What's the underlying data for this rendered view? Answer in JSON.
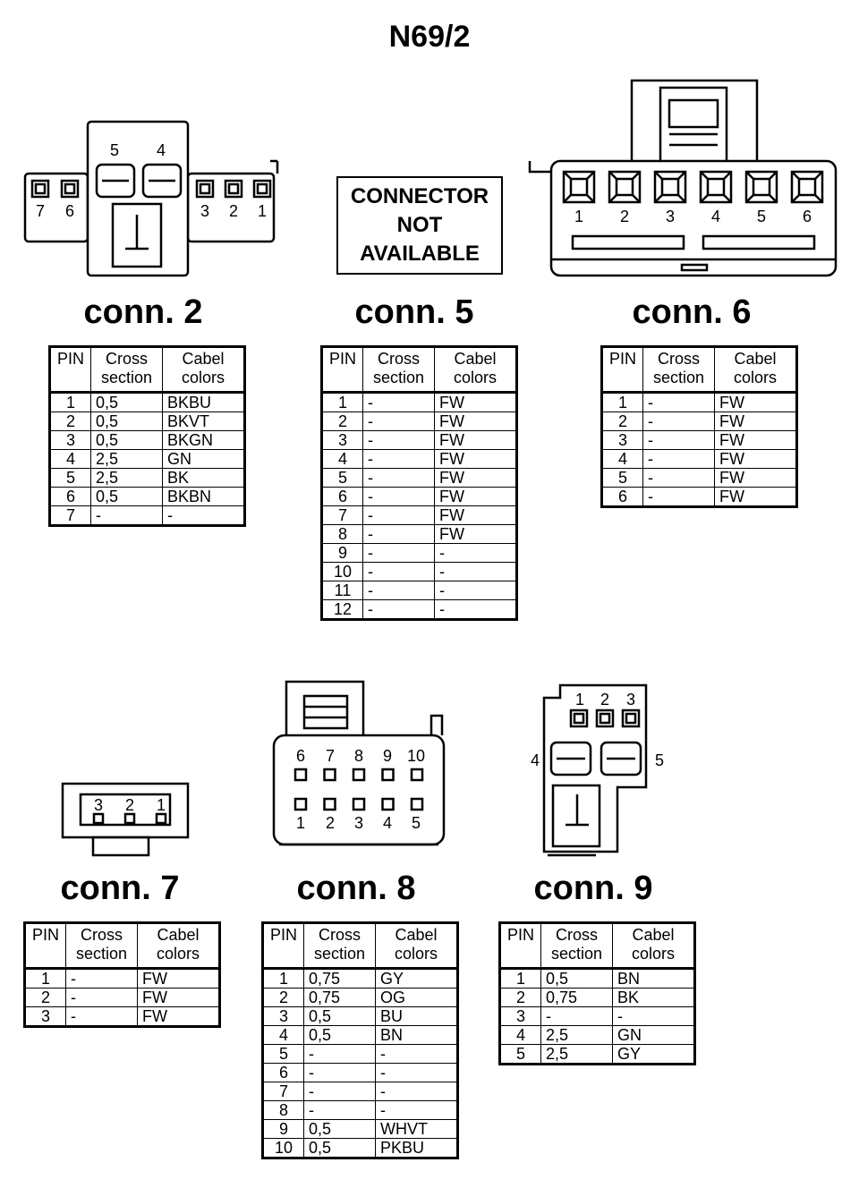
{
  "title": "N69/2",
  "table_header": {
    "pin": "PIN",
    "cross_a": "Cross",
    "cross_b": "section",
    "color_a": "Cabel",
    "color_b": "colors"
  },
  "not_available": {
    "line1": "CONNECTOR",
    "line2": "NOT",
    "line3": "AVAILABLE"
  },
  "connectors": {
    "c2": {
      "label": "conn. 2",
      "rows": [
        [
          "1",
          "0,5",
          "BKBU"
        ],
        [
          "2",
          "0,5",
          "BKVT"
        ],
        [
          "3",
          "0,5",
          "BKGN"
        ],
        [
          "4",
          "2,5",
          "GN"
        ],
        [
          "5",
          "2,5",
          "BK"
        ],
        [
          "6",
          "0,5",
          "BKBN"
        ],
        [
          "7",
          "-",
          "-"
        ]
      ],
      "pin_labels": [
        "5",
        "4",
        "7",
        "6",
        "3",
        "2",
        "1"
      ]
    },
    "c5": {
      "label": "conn. 5",
      "rows": [
        [
          "1",
          "-",
          "FW"
        ],
        [
          "2",
          "-",
          "FW"
        ],
        [
          "3",
          "-",
          "FW"
        ],
        [
          "4",
          "-",
          "FW"
        ],
        [
          "5",
          "-",
          "FW"
        ],
        [
          "6",
          "-",
          "FW"
        ],
        [
          "7",
          "-",
          "FW"
        ],
        [
          "8",
          "-",
          "FW"
        ],
        [
          "9",
          "-",
          "-"
        ],
        [
          "10",
          "-",
          "-"
        ],
        [
          "11",
          "-",
          "-"
        ],
        [
          "12",
          "-",
          "-"
        ]
      ]
    },
    "c6": {
      "label": "conn. 6",
      "rows": [
        [
          "1",
          "-",
          "FW"
        ],
        [
          "2",
          "-",
          "FW"
        ],
        [
          "3",
          "-",
          "FW"
        ],
        [
          "4",
          "-",
          "FW"
        ],
        [
          "5",
          "-",
          "FW"
        ],
        [
          "6",
          "-",
          "FW"
        ]
      ],
      "pin_labels": [
        "1",
        "2",
        "3",
        "4",
        "5",
        "6"
      ]
    },
    "c7": {
      "label": "conn. 7",
      "rows": [
        [
          "1",
          "-",
          "FW"
        ],
        [
          "2",
          "-",
          "FW"
        ],
        [
          "3",
          "-",
          "FW"
        ]
      ],
      "pin_labels": [
        "3",
        "2",
        "1"
      ]
    },
    "c8": {
      "label": "conn. 8",
      "rows": [
        [
          "1",
          "0,75",
          "GY"
        ],
        [
          "2",
          "0,75",
          "OG"
        ],
        [
          "3",
          "0,5",
          "BU"
        ],
        [
          "4",
          "0,5",
          "BN"
        ],
        [
          "5",
          "-",
          "-"
        ],
        [
          "6",
          "-",
          "-"
        ],
        [
          "7",
          "-",
          "-"
        ],
        [
          "8",
          "-",
          "-"
        ],
        [
          "9",
          "0,5",
          "WHVT"
        ],
        [
          "10",
          "0,5",
          "PKBU"
        ]
      ],
      "pin_labels_top": [
        "6",
        "7",
        "8",
        "9",
        "10"
      ],
      "pin_labels_bottom": [
        "1",
        "2",
        "3",
        "4",
        "5"
      ]
    },
    "c9": {
      "label": "conn. 9",
      "rows": [
        [
          "1",
          "0,5",
          "BN"
        ],
        [
          "2",
          "0,75",
          "BK"
        ],
        [
          "3",
          "-",
          "-"
        ],
        [
          "4",
          "2,5",
          "GN"
        ],
        [
          "5",
          "2,5",
          "GY"
        ]
      ],
      "pin_labels": [
        "1",
        "2",
        "3",
        "4",
        "5"
      ]
    }
  }
}
